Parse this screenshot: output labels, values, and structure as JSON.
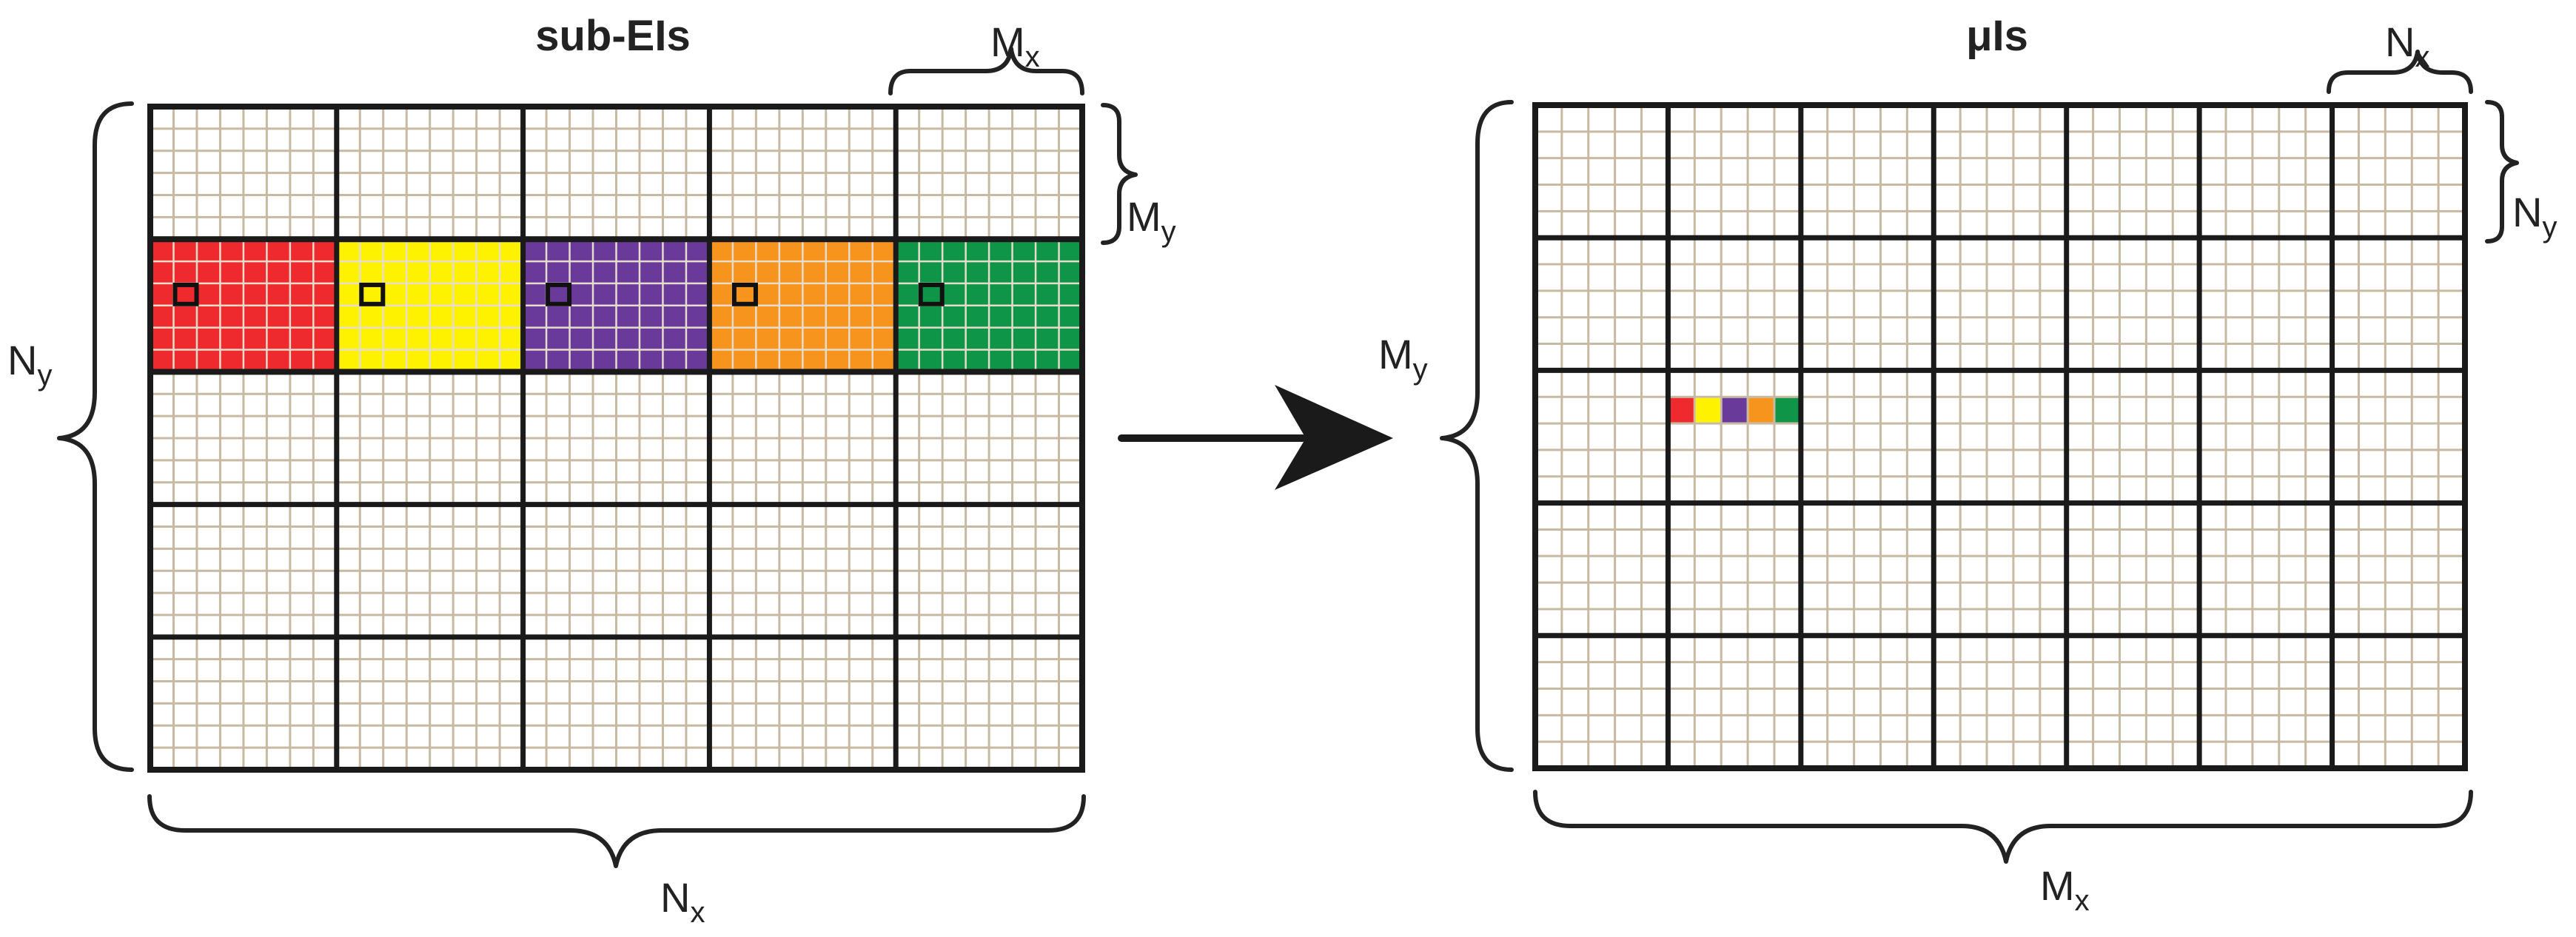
{
  "left_panel": {
    "title": "sub-EIs",
    "cell_label": {
      "main": "M",
      "sub": "x"
    },
    "cell_label_side": {
      "main": "M",
      "sub": "y"
    },
    "span_label_bottom": {
      "main": "N",
      "sub": "x"
    },
    "span_label_side": {
      "main": "N",
      "sub": "y"
    },
    "block_columns": 5,
    "block_rows": 5,
    "fine_cols_per_block": 8,
    "fine_rows_per_block": 6,
    "highlighted_row": 1,
    "highlight_colors": [
      "#ee2a2e",
      "#fff200",
      "#6a3a9b",
      "#f7941e",
      "#0e9547"
    ]
  },
  "right_panel": {
    "title": "μIs",
    "cell_label": {
      "main": "N",
      "sub": "x"
    },
    "cell_label_side": {
      "main": "N",
      "sub": "y"
    },
    "span_label_bottom": {
      "main": "M",
      "sub": "x"
    },
    "span_label_side": {
      "main": "M",
      "sub": "y"
    },
    "block_columns": 7,
    "block_rows": 5,
    "fine_cols_per_block": 5,
    "fine_rows_per_block": 5,
    "mosaic_block": {
      "row": 2,
      "col": 1,
      "fine_row": 1
    },
    "mosaic_colors": [
      "#ee2a2e",
      "#fff200",
      "#6a3a9b",
      "#f7941e",
      "#0e9547"
    ]
  },
  "colors": {
    "fine_grid": "#c7b9a2",
    "block_grid": "#1a1a1a",
    "arrow": "#1a1a1a"
  }
}
